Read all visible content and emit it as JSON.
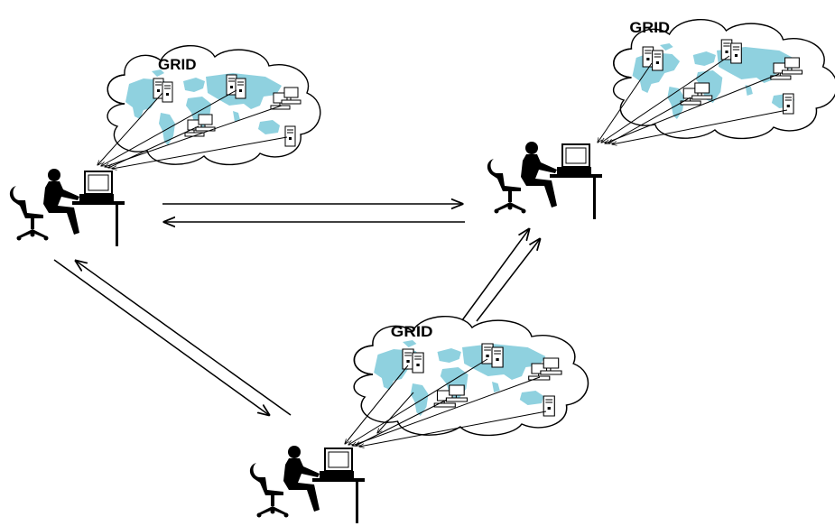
{
  "grids": [
    {
      "name": "grid-cloud-top-left",
      "label": "GRID"
    },
    {
      "name": "grid-cloud-top-right",
      "label": "GRID"
    },
    {
      "name": "grid-cloud-bottom",
      "label": "GRID"
    }
  ],
  "users": [
    {
      "name": "user-workstation-left"
    },
    {
      "name": "user-workstation-right"
    },
    {
      "name": "user-workstation-bottom"
    }
  ],
  "colors": {
    "map": "#8fd1df",
    "stroke": "#000000",
    "cloud_fill": "#ffffff",
    "computer_fill": "#ffffff",
    "server_fill": "#ffffff"
  }
}
